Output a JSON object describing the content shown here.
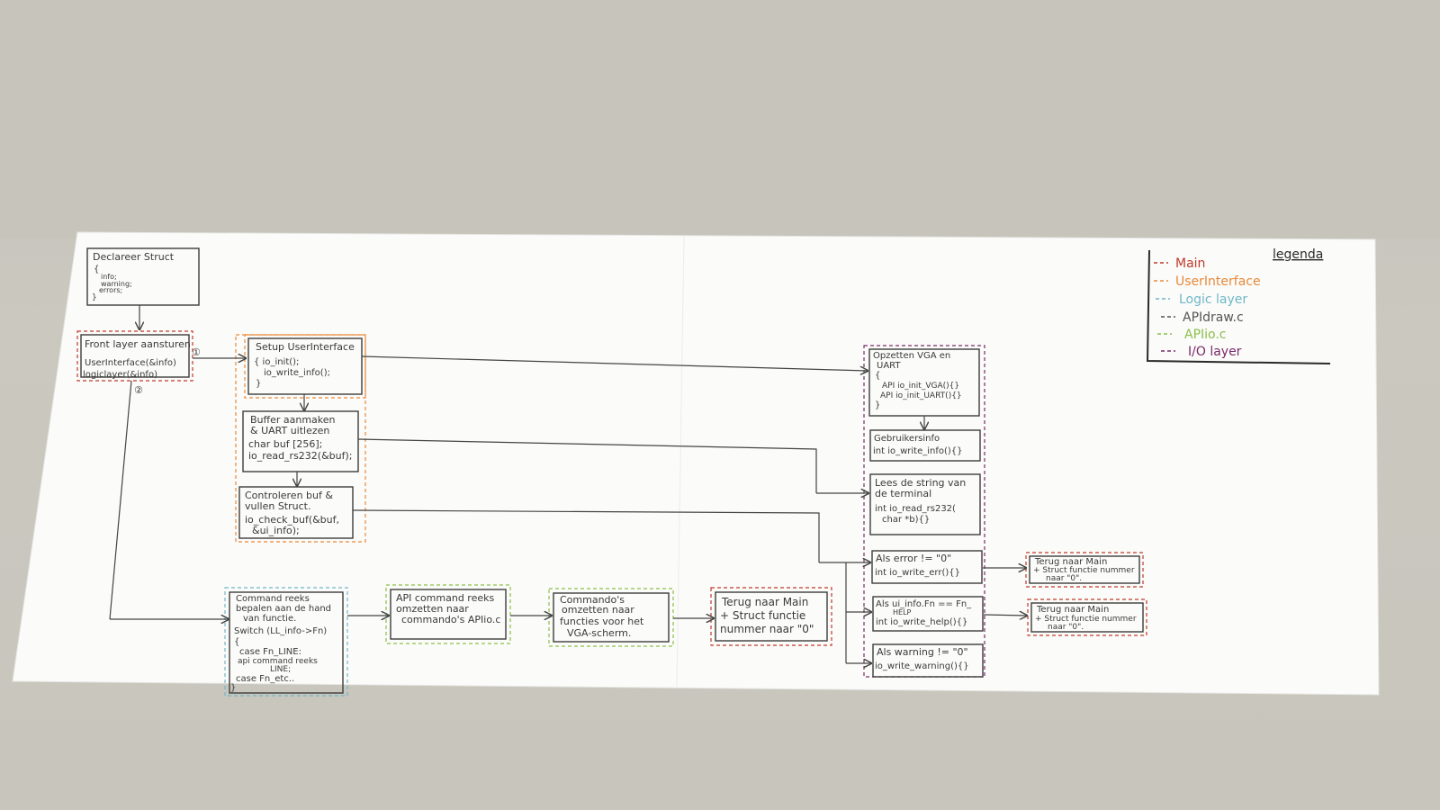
{
  "colors": {
    "main": "#c0392b",
    "userinterface": "#e8893a",
    "logic": "#6fb7c8",
    "apidraw": "#555555",
    "apiio": "#8bbf4a",
    "io": "#7a2a6a",
    "ink": "#3a3a3a"
  },
  "boxes": {
    "declareer": {
      "lines": [
        "Declareer Struct",
        "{",
        "info;",
        "warning;",
        "errors;",
        "}"
      ]
    },
    "front": {
      "lines": [
        "Front layer aansturen",
        "UserInterface(&info)",
        "logiclayer(&info)"
      ],
      "mark1": "①",
      "mark2": "②"
    },
    "setup": {
      "lines": [
        "Setup UserInterface",
        "{ io_init();",
        "io_write_info();",
        "}"
      ]
    },
    "buffer": {
      "lines": [
        "Buffer aanmaken",
        "& UART uitlezen",
        "char buf [256];",
        "io_read_rs232(&buf);"
      ]
    },
    "controleren": {
      "lines": [
        "Controleren buf &",
        "vullen Struct.",
        "io_check_buf(&buf,",
        "&ui_info);"
      ]
    },
    "command": {
      "lines": [
        "Command reeks",
        "bepalen aan de hand",
        "van functie.",
        "Switch (LL_info->Fn)",
        "{",
        "case Fn_LINE:",
        "api command reeks",
        "LINE;",
        "case Fn_etc..",
        "}"
      ]
    },
    "apicmd": {
      "lines": [
        "API command reeks",
        "omzetten naar",
        "commando's APIio.c"
      ]
    },
    "commandos": {
      "lines": [
        "Commando's",
        "omzetten naar",
        "functies voor het",
        "VGA-scherm."
      ]
    },
    "terug1": {
      "lines": [
        "Terug naar Main",
        "+ Struct functie",
        "nummer naar \"0\""
      ]
    },
    "opzetten": {
      "lines": [
        "Opzetten VGA en",
        "UART",
        "{",
        "API io_init_VGA(){}",
        "API io_init_UART(){}",
        "}"
      ]
    },
    "gebruikers": {
      "lines": [
        "Gebruikersinfo",
        "int io_write_info(){}"
      ]
    },
    "lees": {
      "lines": [
        "Lees de string van",
        "de terminal",
        "int io_read_rs232(",
        "char *b){}"
      ]
    },
    "alserror": {
      "lines": [
        "Als error != \"0\"",
        "int io_write_err(){}"
      ]
    },
    "alsinfo": {
      "lines": [
        "Als ui_info.Fn == Fn_",
        "HELP",
        "int io_write_help(){}"
      ]
    },
    "alswarning": {
      "lines": [
        "Als warning != \"0\"",
        "io_write_warning(){}"
      ]
    },
    "terug2": {
      "lines": [
        "Terug naar Main",
        "+ Struct functie nummer",
        "naar \"0\"."
      ]
    },
    "terug3": {
      "lines": [
        "Terug naar Main",
        "+ Struct functie nummer",
        "naar \"0\"."
      ]
    }
  },
  "legend": {
    "title": "legenda",
    "items": [
      {
        "label": "Main",
        "color": "#c0392b"
      },
      {
        "label": "UserInterface",
        "color": "#e8893a"
      },
      {
        "label": "Logic layer",
        "color": "#6fb7c8"
      },
      {
        "label": "APIdraw.c",
        "color": "#555555"
      },
      {
        "label": "APIio.c",
        "color": "#8bbf4a"
      },
      {
        "label": "I/O layer",
        "color": "#7a2a6a"
      }
    ]
  }
}
